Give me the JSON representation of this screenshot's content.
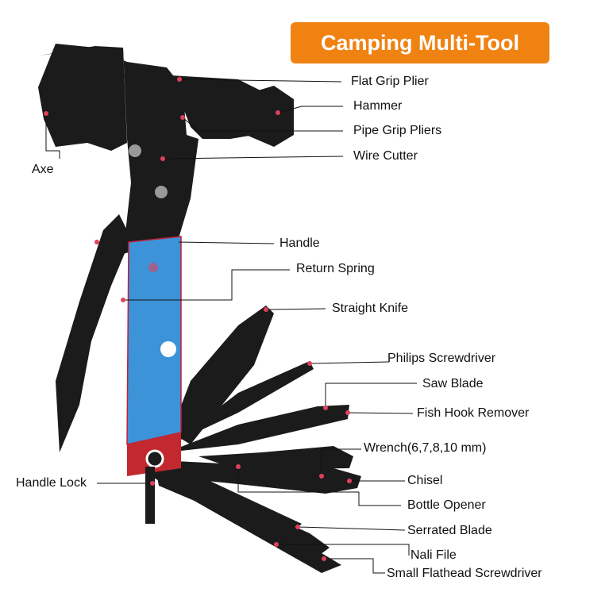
{
  "title": "Camping Multi-Tool",
  "colors": {
    "title_bg": "#f08212",
    "handle": "#3d93d8",
    "marker": "#e0405a",
    "tool": "#1b1b1b"
  },
  "labels": {
    "flat_grip_plier": "Flat Grip Plier",
    "hammer": "Hammer",
    "pipe_grip_pliers": "Pipe Grip Pliers",
    "wire_cutter": "Wire Cutter",
    "axe": "Axe",
    "handle": "Handle",
    "return_spring": "Return Spring",
    "straight_knife": "Straight Knife",
    "philips_screwdriver": "Philips Screwdriver",
    "saw_blade": "Saw Blade",
    "fish_hook_remover": "Fish Hook Remover",
    "wrench": "Wrench(6,7,8,10 mm)",
    "chisel": "Chisel",
    "bottle_opener": "Bottle Opener",
    "serrated_blade": "Serrated Blade",
    "nali_file": "Nali File",
    "small_flathead_screwdriver": "Small Flathead Screwdriver",
    "handle_lock": "Handle Lock"
  }
}
